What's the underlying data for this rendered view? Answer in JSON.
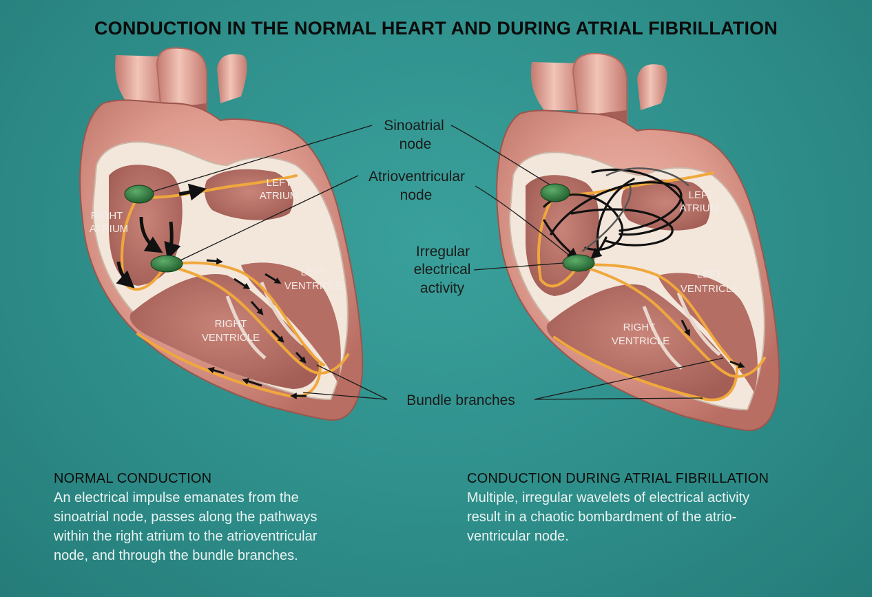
{
  "title": "CONDUCTION IN THE NORMAL HEART AND DURING ATRIAL FIBRILLATION",
  "hearts": {
    "normal": {
      "left_atrium": [
        "LEFT",
        "ATRIUM"
      ],
      "right_atrium": [
        "RIGHT",
        "ATRIUM"
      ],
      "left_ventricle": [
        "LEFT",
        "VENTRICLE"
      ],
      "right_ventricle": [
        "RIGHT",
        "VENTRICLE"
      ]
    },
    "fibrillation": {
      "left_atrium": [
        "LEFT",
        "ATRIUM"
      ],
      "left_ventricle": [
        "LEFT",
        "VENTRICLE"
      ],
      "right_ventricle": [
        "RIGHT",
        "VENTRICLE"
      ]
    }
  },
  "callouts": {
    "sinoatrial": [
      "Sinoatrial",
      "node"
    ],
    "atrioventricular": [
      "Atrioventricular",
      "node"
    ],
    "irregular": [
      "Irregular",
      "electrical",
      "activity"
    ],
    "bundle": "Bundle branches"
  },
  "captions": {
    "normal": {
      "heading": "NORMAL CONDUCTION",
      "lines": [
        "An electrical impulse emanates from the",
        "sinoatrial node, passes along the pathways",
        "within the right atrium to the atrioventricular",
        "node, and through the bundle branches."
      ]
    },
    "fibrillation": {
      "heading": "CONDUCTION DURING ATRIAL FIBRILLATION",
      "lines": [
        "Multiple, irregular wavelets of electrical activity",
        "result in a chaotic bombardment of the atrio-",
        "ventricular node."
      ]
    }
  },
  "colors": {
    "background": "#2f8f8c",
    "heart": "#d9968a",
    "conduction_pathway": "#f0a83c",
    "node": "#2f7a3e"
  }
}
